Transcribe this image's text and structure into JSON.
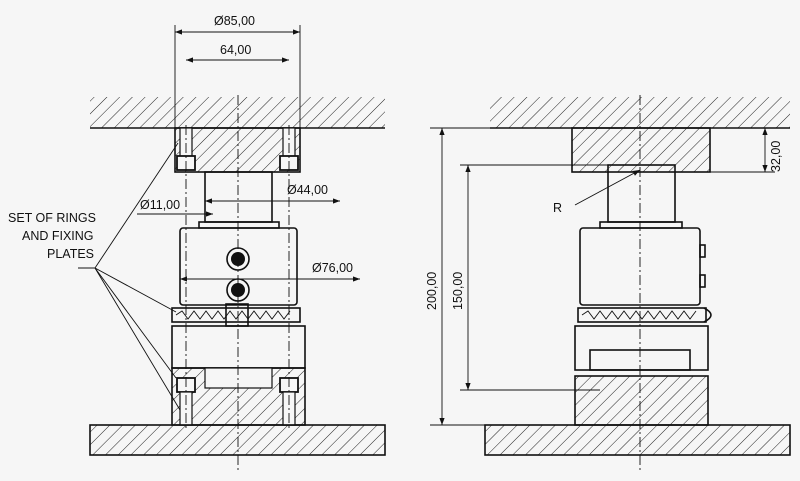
{
  "labels": {
    "dia_85": "Ø85,00",
    "dim_64": "64,00",
    "dia_44": "Ø44,00",
    "dia_11": "Ø11,00",
    "dia_76": "Ø76,00",
    "callout_line1": "SET OF RINGS",
    "callout_line2": "AND FIXING",
    "callout_line3": "PLATES",
    "radius": "R",
    "dim_200": "200,00",
    "dim_150": "150,00",
    "dim_32": "32,00"
  }
}
